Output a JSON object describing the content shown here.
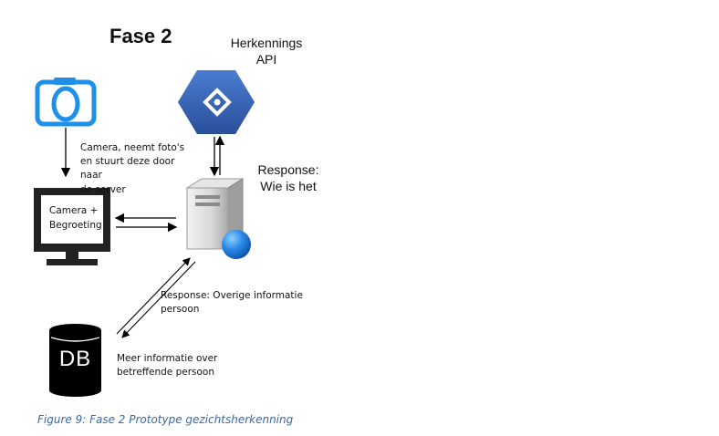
{
  "diagram": {
    "title": "Fase 2",
    "api_label": "Herkennings\nAPI",
    "response_api": "Response:\nWie is het",
    "camera_note": "Camera, neemt foto's\nen stuurt deze door naar\nde server",
    "monitor_text": "Camera +\nBegroeting",
    "response_db": "Response: Overige informatie\npersoon",
    "db_label": "DB",
    "db_note": "Meer informatie  over\nbetreffende persoon"
  },
  "caption": "Figure 9: Fase 2 Prototype gezichtsherkenning",
  "colors": {
    "camera_blue": "#1e90e8",
    "api_blue": "#2f5fae",
    "globe_blue": "#1a73d6",
    "caption_blue": "#3a6aa8"
  },
  "icons": [
    "camera-icon",
    "recognition-api-icon",
    "monitor-icon",
    "server-icon",
    "database-icon"
  ]
}
